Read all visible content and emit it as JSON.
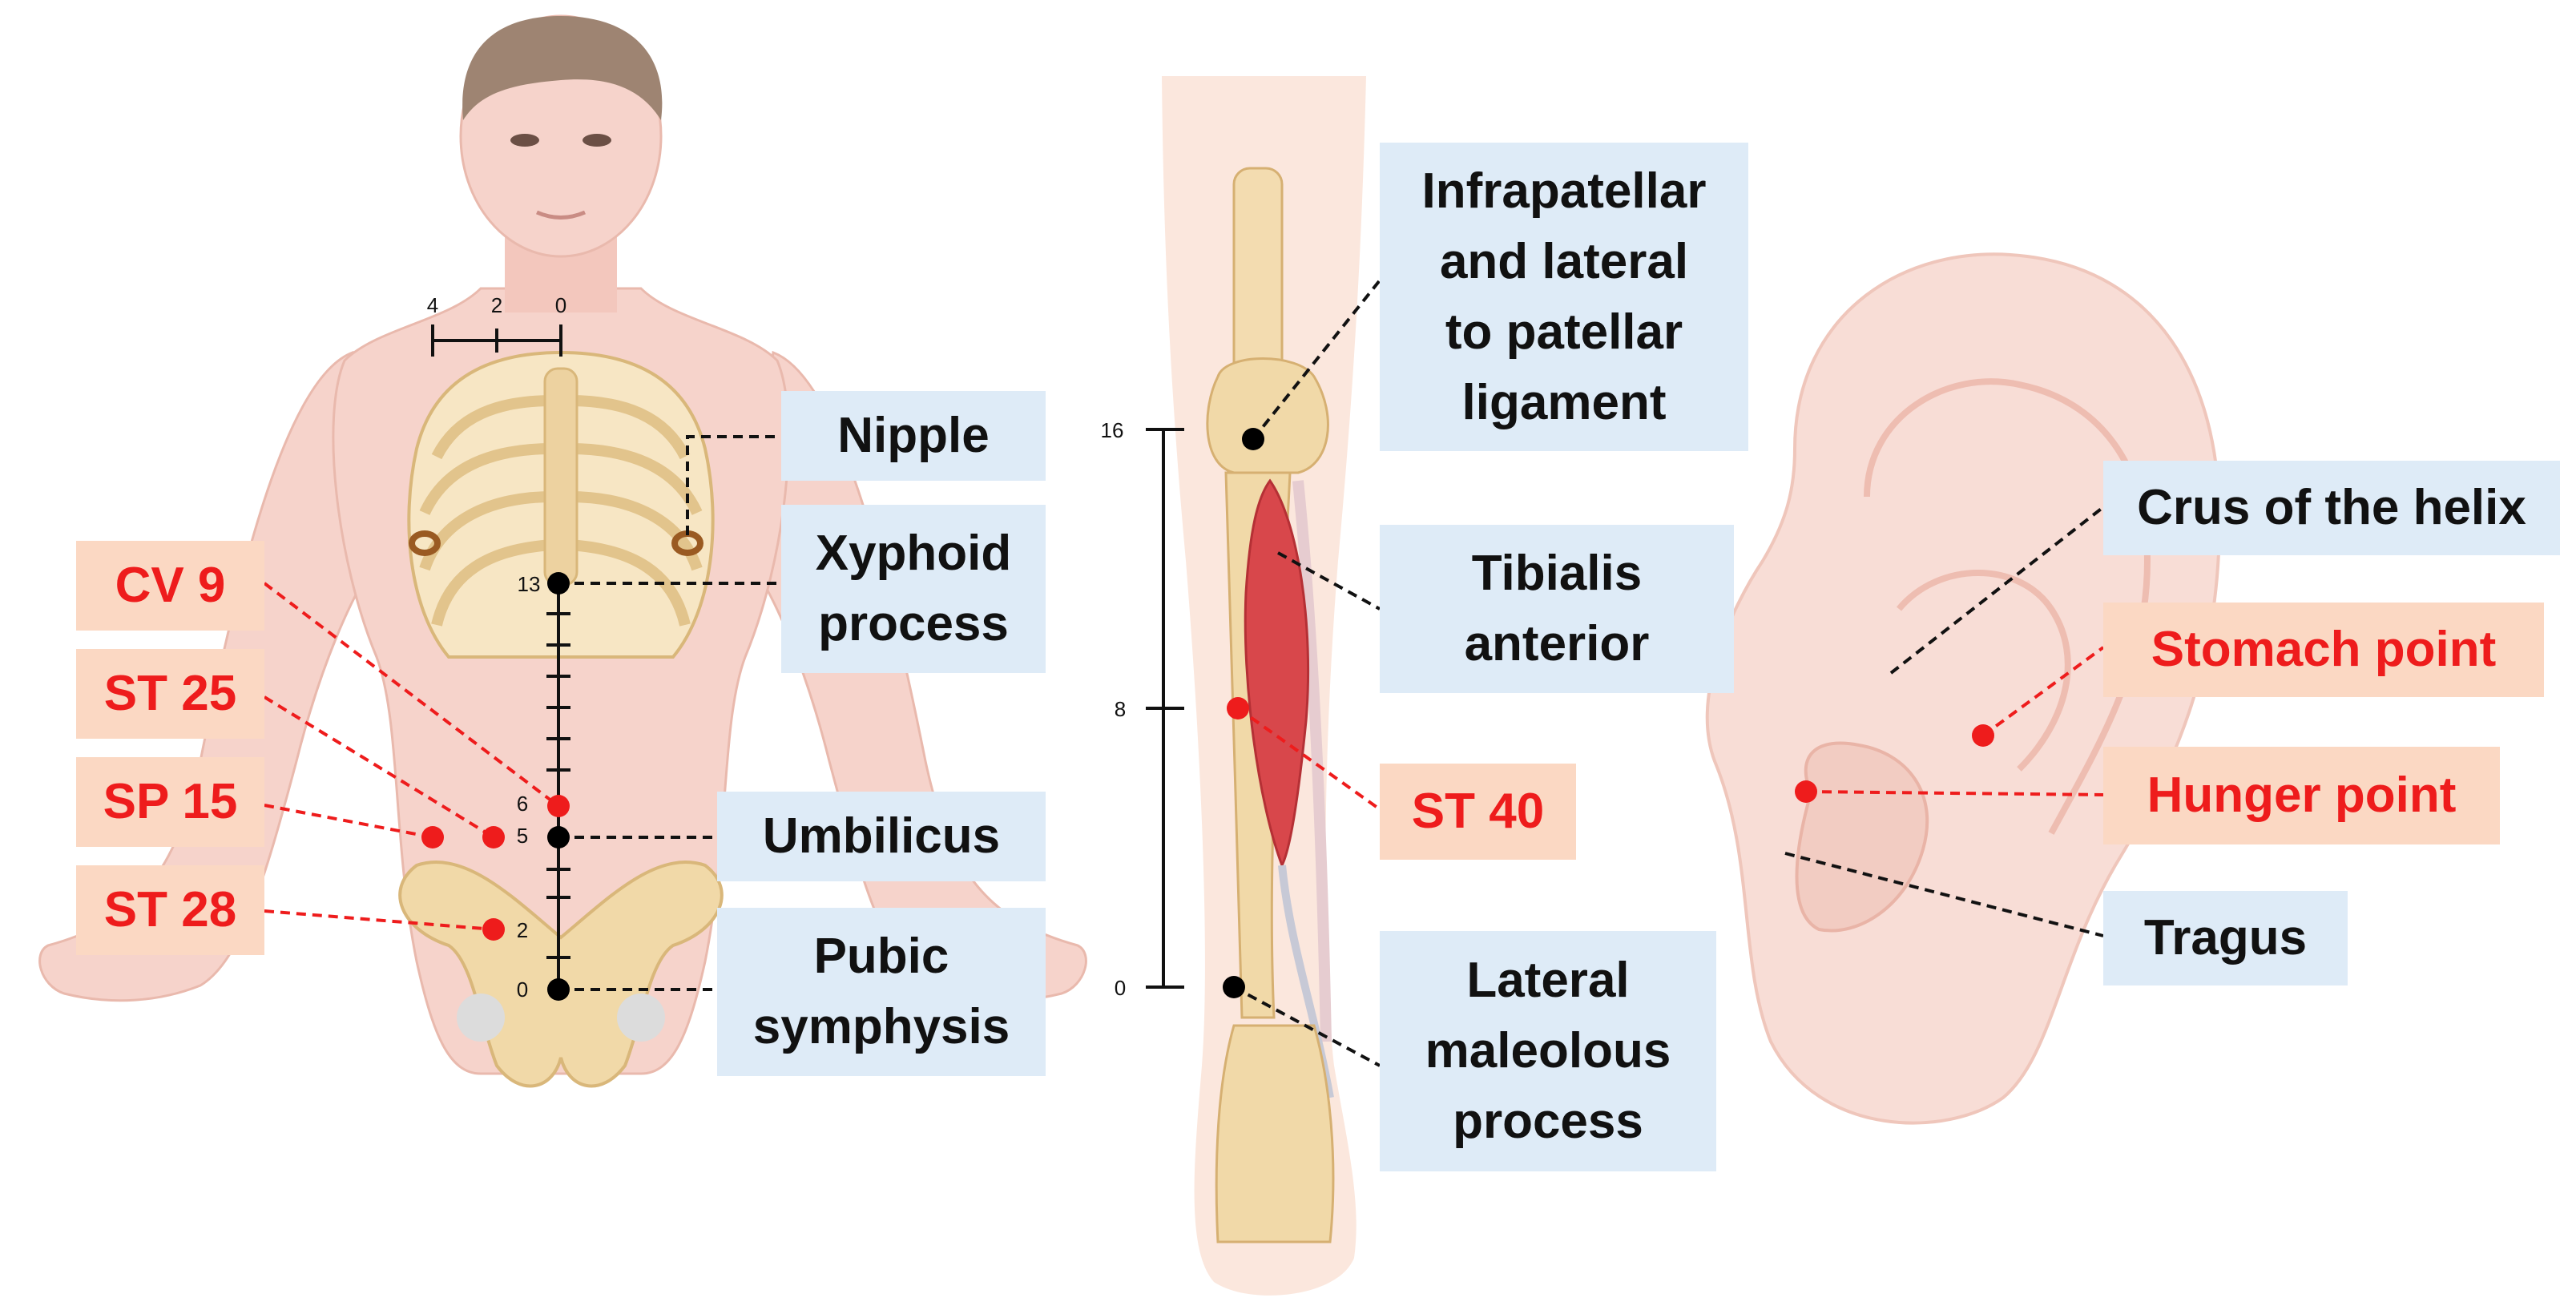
{
  "colors": {
    "landmark_box": "#deebf7",
    "acupoint_box": "#fbd8c3",
    "acupoint_text": "#ee1c1c",
    "acupoint_dot": "#ee1c1c",
    "landmark_dot": "#000000",
    "skin": "#f6d3cb",
    "bone": "#f1d9a8",
    "muscle": "#d8474b",
    "hair": "#9e8472"
  },
  "torso": {
    "horizontal_scale": [
      "4",
      "2",
      "0"
    ],
    "vertical_scale": {
      "13": "13",
      "6": "6",
      "5": "5",
      "2": "2",
      "0": "0"
    },
    "landmarks": [
      {
        "id": "nipple",
        "text": "Nipple"
      },
      {
        "id": "xyphoid",
        "text": "Xyphoid\nprocess"
      },
      {
        "id": "umbilicus",
        "text": "Umbilicus"
      },
      {
        "id": "pubic",
        "text": "Pubic\nsymphysis"
      }
    ],
    "acupoints": [
      {
        "id": "cv9",
        "text": "CV 9"
      },
      {
        "id": "st25",
        "text": "ST 25"
      },
      {
        "id": "sp15",
        "text": "SP 15"
      },
      {
        "id": "st28",
        "text": "ST 28"
      }
    ]
  },
  "leg": {
    "scale": [
      "16",
      "8",
      "0"
    ],
    "landmarks": [
      {
        "id": "infrapatellar",
        "text": "Infrapatellar\nand lateral\nto patellar\nligament"
      },
      {
        "id": "tibialis",
        "text": "Tibialis\nanterior"
      },
      {
        "id": "malleolus",
        "text": "Lateral\nmaleolous\nprocess"
      }
    ],
    "acupoints": [
      {
        "id": "st40",
        "text": "ST 40"
      }
    ]
  },
  "ear": {
    "landmarks": [
      {
        "id": "crus",
        "text": "Crus of the helix"
      },
      {
        "id": "tragus",
        "text": "Tragus"
      }
    ],
    "acupoints": [
      {
        "id": "stomach",
        "text": "Stomach point"
      },
      {
        "id": "hunger",
        "text": "Hunger point"
      }
    ]
  }
}
